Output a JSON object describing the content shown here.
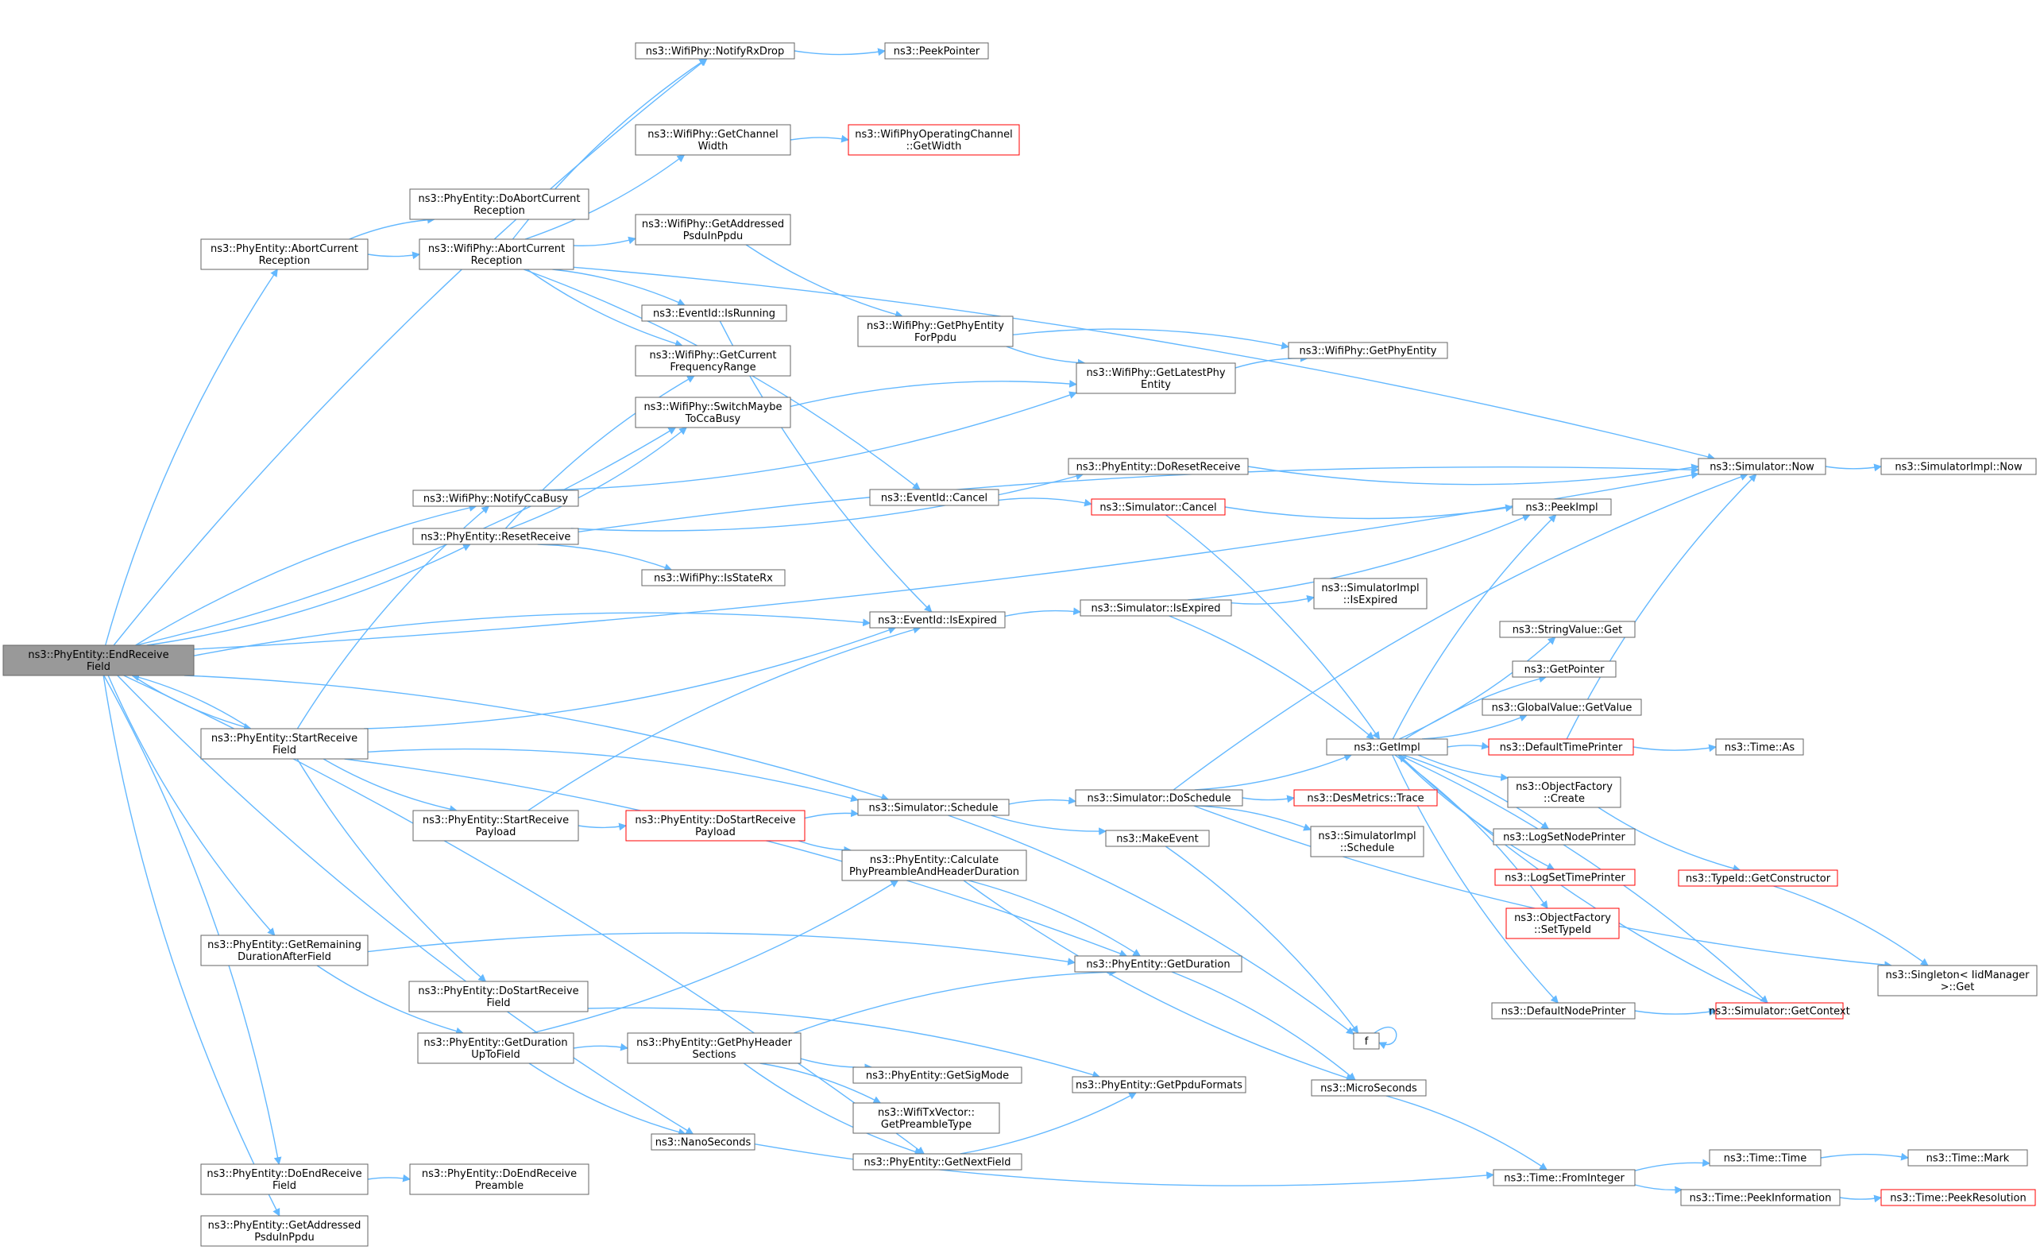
{
  "colors": {
    "edge": "#63b8ff",
    "node_border": "#666666",
    "node_border_truncated": "#ff0000",
    "root_fill": "#999999",
    "node_fill": "#ffffff",
    "text": "#000000"
  },
  "nodes": [
    {
      "id": "endrx",
      "lines": [
        "ns3::PhyEntity::EndReceive",
        "Field"
      ],
      "root": true
    },
    {
      "id": "abortcur",
      "lines": [
        "ns3::PhyEntity::AbortCurrent",
        "Reception"
      ]
    },
    {
      "id": "doabort",
      "lines": [
        "ns3::PhyEntity::DoAbortCurrent",
        "Reception"
      ]
    },
    {
      "id": "wabort",
      "lines": [
        "ns3::WifiPhy::AbortCurrent",
        "Reception"
      ]
    },
    {
      "id": "notifyrxdrop",
      "lines": [
        "ns3::WifiPhy::NotifyRxDrop"
      ]
    },
    {
      "id": "peekptr",
      "lines": [
        "ns3::PeekPointer"
      ]
    },
    {
      "id": "getchw",
      "lines": [
        "ns3::WifiPhy::GetChannel",
        "Width"
      ]
    },
    {
      "id": "opchw",
      "lines": [
        "ns3::WifiPhyOperatingChannel",
        "::GetWidth"
      ],
      "truncated": true
    },
    {
      "id": "getaddr",
      "lines": [
        "ns3::WifiPhy::GetAddressed",
        "PsduInPpdu"
      ]
    },
    {
      "id": "getphyentpdu",
      "lines": [
        "ns3::WifiPhy::GetPhyEntity",
        "ForPpdu"
      ]
    },
    {
      "id": "getphyent",
      "lines": [
        "ns3::WifiPhy::GetPhyEntity"
      ]
    },
    {
      "id": "getlatest",
      "lines": [
        "ns3::WifiPhy::GetLatestPhy",
        "Entity"
      ]
    },
    {
      "id": "isrunning",
      "lines": [
        "ns3::EventId::IsRunning"
      ]
    },
    {
      "id": "getcurfreq",
      "lines": [
        "ns3::WifiPhy::GetCurrent",
        "FrequencyRange"
      ]
    },
    {
      "id": "switchcca",
      "lines": [
        "ns3::WifiPhy::SwitchMaybe",
        "ToCcaBusy"
      ]
    },
    {
      "id": "notifycca",
      "lines": [
        "ns3::WifiPhy::NotifyCcaBusy"
      ]
    },
    {
      "id": "resetrx",
      "lines": [
        "ns3::PhyEntity::ResetReceive"
      ]
    },
    {
      "id": "isstaterx",
      "lines": [
        "ns3::WifiPhy::IsStateRx"
      ]
    },
    {
      "id": "doresetrx",
      "lines": [
        "ns3::PhyEntity::DoResetReceive"
      ]
    },
    {
      "id": "evcancel",
      "lines": [
        "ns3::EventId::Cancel"
      ]
    },
    {
      "id": "simcancel",
      "lines": [
        "ns3::Simulator::Cancel"
      ],
      "truncated": true
    },
    {
      "id": "simnow",
      "lines": [
        "ns3::Simulator::Now"
      ]
    },
    {
      "id": "simimplnow",
      "lines": [
        "ns3::SimulatorImpl::Now"
      ]
    },
    {
      "id": "peekimpl",
      "lines": [
        "ns3::PeekImpl"
      ]
    },
    {
      "id": "isexpired",
      "lines": [
        "ns3::EventId::IsExpired"
      ]
    },
    {
      "id": "simisexp",
      "lines": [
        "ns3::Simulator::IsExpired"
      ]
    },
    {
      "id": "simimplisexp",
      "lines": [
        "ns3::SimulatorImpl",
        "::IsExpired"
      ]
    },
    {
      "id": "strget",
      "lines": [
        "ns3::StringValue::Get"
      ]
    },
    {
      "id": "getpointer",
      "lines": [
        "ns3::GetPointer"
      ]
    },
    {
      "id": "gvgetval",
      "lines": [
        "ns3::GlobalValue::GetValue"
      ]
    },
    {
      "id": "getimpl",
      "lines": [
        "ns3::GetImpl"
      ]
    },
    {
      "id": "deftime",
      "lines": [
        "ns3::DefaultTimePrinter"
      ],
      "truncated": true
    },
    {
      "id": "timeas",
      "lines": [
        "ns3::Time::As"
      ]
    },
    {
      "id": "objcreate",
      "lines": [
        "ns3::ObjectFactory",
        "::Create"
      ]
    },
    {
      "id": "logsetnode",
      "lines": [
        "ns3::LogSetNodePrinter"
      ]
    },
    {
      "id": "logsettime",
      "lines": [
        "ns3::LogSetTimePrinter"
      ],
      "truncated": true
    },
    {
      "id": "objsettype",
      "lines": [
        "ns3::ObjectFactory",
        "::SetTypeId"
      ],
      "truncated": true
    },
    {
      "id": "defnode",
      "lines": [
        "ns3::DefaultNodePrinter"
      ]
    },
    {
      "id": "getctx",
      "lines": [
        "ns3::Simulator::GetContext"
      ],
      "truncated": true
    },
    {
      "id": "getctor",
      "lines": [
        "ns3::TypeId::GetConstructor"
      ],
      "truncated": true
    },
    {
      "id": "singleton",
      "lines": [
        "ns3::Singleton< IidManager",
        " >::Get"
      ]
    },
    {
      "id": "startrx",
      "lines": [
        "ns3::PhyEntity::StartReceive",
        "Field"
      ]
    },
    {
      "id": "startpayload",
      "lines": [
        "ns3::PhyEntity::StartReceive",
        "Payload"
      ]
    },
    {
      "id": "dostartpayload",
      "lines": [
        "ns3::PhyEntity::DoStartReceive",
        "Payload"
      ],
      "truncated": true
    },
    {
      "id": "schedule",
      "lines": [
        "ns3::Simulator::Schedule"
      ]
    },
    {
      "id": "doschedule",
      "lines": [
        "ns3::Simulator::DoSchedule"
      ]
    },
    {
      "id": "desmetrics",
      "lines": [
        "ns3::DesMetrics::Trace"
      ],
      "truncated": true
    },
    {
      "id": "simimplsched",
      "lines": [
        "ns3::SimulatorImpl",
        "::Schedule"
      ]
    },
    {
      "id": "makeevent",
      "lines": [
        "ns3::MakeEvent"
      ]
    },
    {
      "id": "fnode",
      "lines": [
        "f"
      ]
    },
    {
      "id": "calcpre",
      "lines": [
        "ns3::PhyEntity::Calculate",
        "PhyPreambleAndHeaderDuration"
      ]
    },
    {
      "id": "getremain",
      "lines": [
        "ns3::PhyEntity::GetRemaining",
        "DurationAfterField"
      ]
    },
    {
      "id": "getdur",
      "lines": [
        "ns3::PhyEntity::GetDuration"
      ]
    },
    {
      "id": "dostartfield",
      "lines": [
        "ns3::PhyEntity::DoStartReceive",
        "Field"
      ]
    },
    {
      "id": "getdurupto",
      "lines": [
        "ns3::PhyEntity::GetDuration",
        "UpToField"
      ]
    },
    {
      "id": "gethdrsec",
      "lines": [
        "ns3::PhyEntity::GetPhyHeader",
        "Sections"
      ]
    },
    {
      "id": "getsigmode",
      "lines": [
        "ns3::PhyEntity::GetSigMode"
      ]
    },
    {
      "id": "getppduf",
      "lines": [
        "ns3::PhyEntity::GetPpduFormats"
      ]
    },
    {
      "id": "micro",
      "lines": [
        "ns3::MicroSeconds"
      ]
    },
    {
      "id": "txvecpre",
      "lines": [
        "ns3::WifiTxVector::",
        "GetPreambleType"
      ]
    },
    {
      "id": "nano",
      "lines": [
        "ns3::NanoSeconds"
      ]
    },
    {
      "id": "getnextf",
      "lines": [
        "ns3::PhyEntity::GetNextField"
      ]
    },
    {
      "id": "fromint",
      "lines": [
        "ns3::Time::FromInteger"
      ]
    },
    {
      "id": "timetime",
      "lines": [
        "ns3::Time::Time"
      ]
    },
    {
      "id": "timemark",
      "lines": [
        "ns3::Time::Mark"
      ]
    },
    {
      "id": "peekinfo",
      "lines": [
        "ns3::Time::PeekInformation"
      ]
    },
    {
      "id": "peekres",
      "lines": [
        "ns3::Time::PeekResolution"
      ],
      "truncated": true
    },
    {
      "id": "doendrx",
      "lines": [
        "ns3::PhyEntity::DoEndReceive",
        "Field"
      ]
    },
    {
      "id": "doendpre",
      "lines": [
        "ns3::PhyEntity::DoEndReceive",
        "Preamble"
      ]
    },
    {
      "id": "getaddrpsdu",
      "lines": [
        "ns3::PhyEntity::GetAddressed",
        "PsduInPpdu"
      ]
    }
  ],
  "edges": [
    [
      "endrx",
      "notifyrxdrop"
    ],
    [
      "endrx",
      "simnow"
    ],
    [
      "endrx",
      "abortcur"
    ],
    [
      "endrx",
      "switchcca"
    ],
    [
      "endrx",
      "notifycca"
    ],
    [
      "endrx",
      "resetrx"
    ],
    [
      "endrx",
      "isexpired"
    ],
    [
      "endrx",
      "startrx"
    ],
    [
      "endrx",
      "schedule"
    ],
    [
      "endrx",
      "getremain"
    ],
    [
      "endrx",
      "getnextf"
    ],
    [
      "endrx",
      "nano"
    ],
    [
      "endrx",
      "doendrx"
    ],
    [
      "endrx",
      "getaddrpsdu"
    ],
    [
      "abortcur",
      "doabort"
    ],
    [
      "abortcur",
      "wabort"
    ],
    [
      "wabort",
      "notifyrxdrop"
    ],
    [
      "wabort",
      "getchw"
    ],
    [
      "wabort",
      "simnow"
    ],
    [
      "wabort",
      "getaddr"
    ],
    [
      "wabort",
      "isrunning"
    ],
    [
      "wabort",
      "getcurfreq"
    ],
    [
      "wabort",
      "evcancel"
    ],
    [
      "notifyrxdrop",
      "peekptr"
    ],
    [
      "getchw",
      "opchw"
    ],
    [
      "getaddr",
      "getphyentpdu"
    ],
    [
      "getphyentpdu",
      "getphyent"
    ],
    [
      "getphyentpdu",
      "getlatest"
    ],
    [
      "getlatest",
      "getphyent"
    ],
    [
      "isrunning",
      "isexpired"
    ],
    [
      "switchcca",
      "getlatest"
    ],
    [
      "notifycca",
      "getlatest"
    ],
    [
      "resetrx",
      "getcurfreq"
    ],
    [
      "resetrx",
      "switchcca"
    ],
    [
      "resetrx",
      "simnow"
    ],
    [
      "resetrx",
      "doresetrx"
    ],
    [
      "resetrx",
      "isstaterx"
    ],
    [
      "doresetrx",
      "simnow"
    ],
    [
      "evcancel",
      "simcancel"
    ],
    [
      "simcancel",
      "peekimpl"
    ],
    [
      "simcancel",
      "getimpl"
    ],
    [
      "simnow",
      "simimplnow"
    ],
    [
      "isexpired",
      "simisexp"
    ],
    [
      "simisexp",
      "simimplisexp"
    ],
    [
      "simisexp",
      "getimpl"
    ],
    [
      "simisexp",
      "peekimpl"
    ],
    [
      "getimpl",
      "peekimpl"
    ],
    [
      "getimpl",
      "strget"
    ],
    [
      "getimpl",
      "getpointer"
    ],
    [
      "getimpl",
      "gvgetval"
    ],
    [
      "getimpl",
      "deftime"
    ],
    [
      "getimpl",
      "objcreate"
    ],
    [
      "getimpl",
      "logsetnode"
    ],
    [
      "getimpl",
      "logsettime"
    ],
    [
      "getimpl",
      "objsettype"
    ],
    [
      "getimpl",
      "defnode"
    ],
    [
      "getimpl",
      "getctx"
    ],
    [
      "deftime",
      "timeas"
    ],
    [
      "deftime",
      "simnow"
    ],
    [
      "objcreate",
      "getctor"
    ],
    [
      "getctor",
      "singleton"
    ],
    [
      "defnode",
      "getctx"
    ],
    [
      "getctx",
      "getimpl"
    ],
    [
      "startrx",
      "endrx"
    ],
    [
      "startrx",
      "notifycca"
    ],
    [
      "startrx",
      "isexpired"
    ],
    [
      "startrx",
      "schedule"
    ],
    [
      "startrx",
      "startpayload"
    ],
    [
      "startrx",
      "getdur"
    ],
    [
      "startrx",
      "dostartfield"
    ],
    [
      "startpayload",
      "isexpired"
    ],
    [
      "startpayload",
      "dostartpayload"
    ],
    [
      "dostartpayload",
      "schedule"
    ],
    [
      "dostartpayload",
      "calcpre"
    ],
    [
      "schedule",
      "doschedule"
    ],
    [
      "schedule",
      "makeevent"
    ],
    [
      "schedule",
      "fnode"
    ],
    [
      "doschedule",
      "getimpl"
    ],
    [
      "doschedule",
      "simnow"
    ],
    [
      "doschedule",
      "desmetrics"
    ],
    [
      "doschedule",
      "simimplsched"
    ],
    [
      "doschedule",
      "singleton"
    ],
    [
      "makeevent",
      "fnode"
    ],
    [
      "fnode",
      "fnode"
    ],
    [
      "calcpre",
      "getdur"
    ],
    [
      "calcpre",
      "micro"
    ],
    [
      "getremain",
      "getdur"
    ],
    [
      "getremain",
      "getdurupto"
    ],
    [
      "dostartfield",
      "getppduf"
    ],
    [
      "getdurupto",
      "calcpre"
    ],
    [
      "getdurupto",
      "gethdrsec"
    ],
    [
      "getdurupto",
      "nano"
    ],
    [
      "gethdrsec",
      "getdur"
    ],
    [
      "gethdrsec",
      "getsigmode"
    ],
    [
      "gethdrsec",
      "txvecpre"
    ],
    [
      "gethdrsec",
      "getnextf"
    ],
    [
      "getdur",
      "micro"
    ],
    [
      "getnextf",
      "getppduf"
    ],
    [
      "micro",
      "fromint"
    ],
    [
      "nano",
      "fromint"
    ],
    [
      "fromint",
      "timetime"
    ],
    [
      "fromint",
      "peekinfo"
    ],
    [
      "timetime",
      "timemark"
    ],
    [
      "peekinfo",
      "peekres"
    ],
    [
      "doendrx",
      "doendpre"
    ]
  ]
}
